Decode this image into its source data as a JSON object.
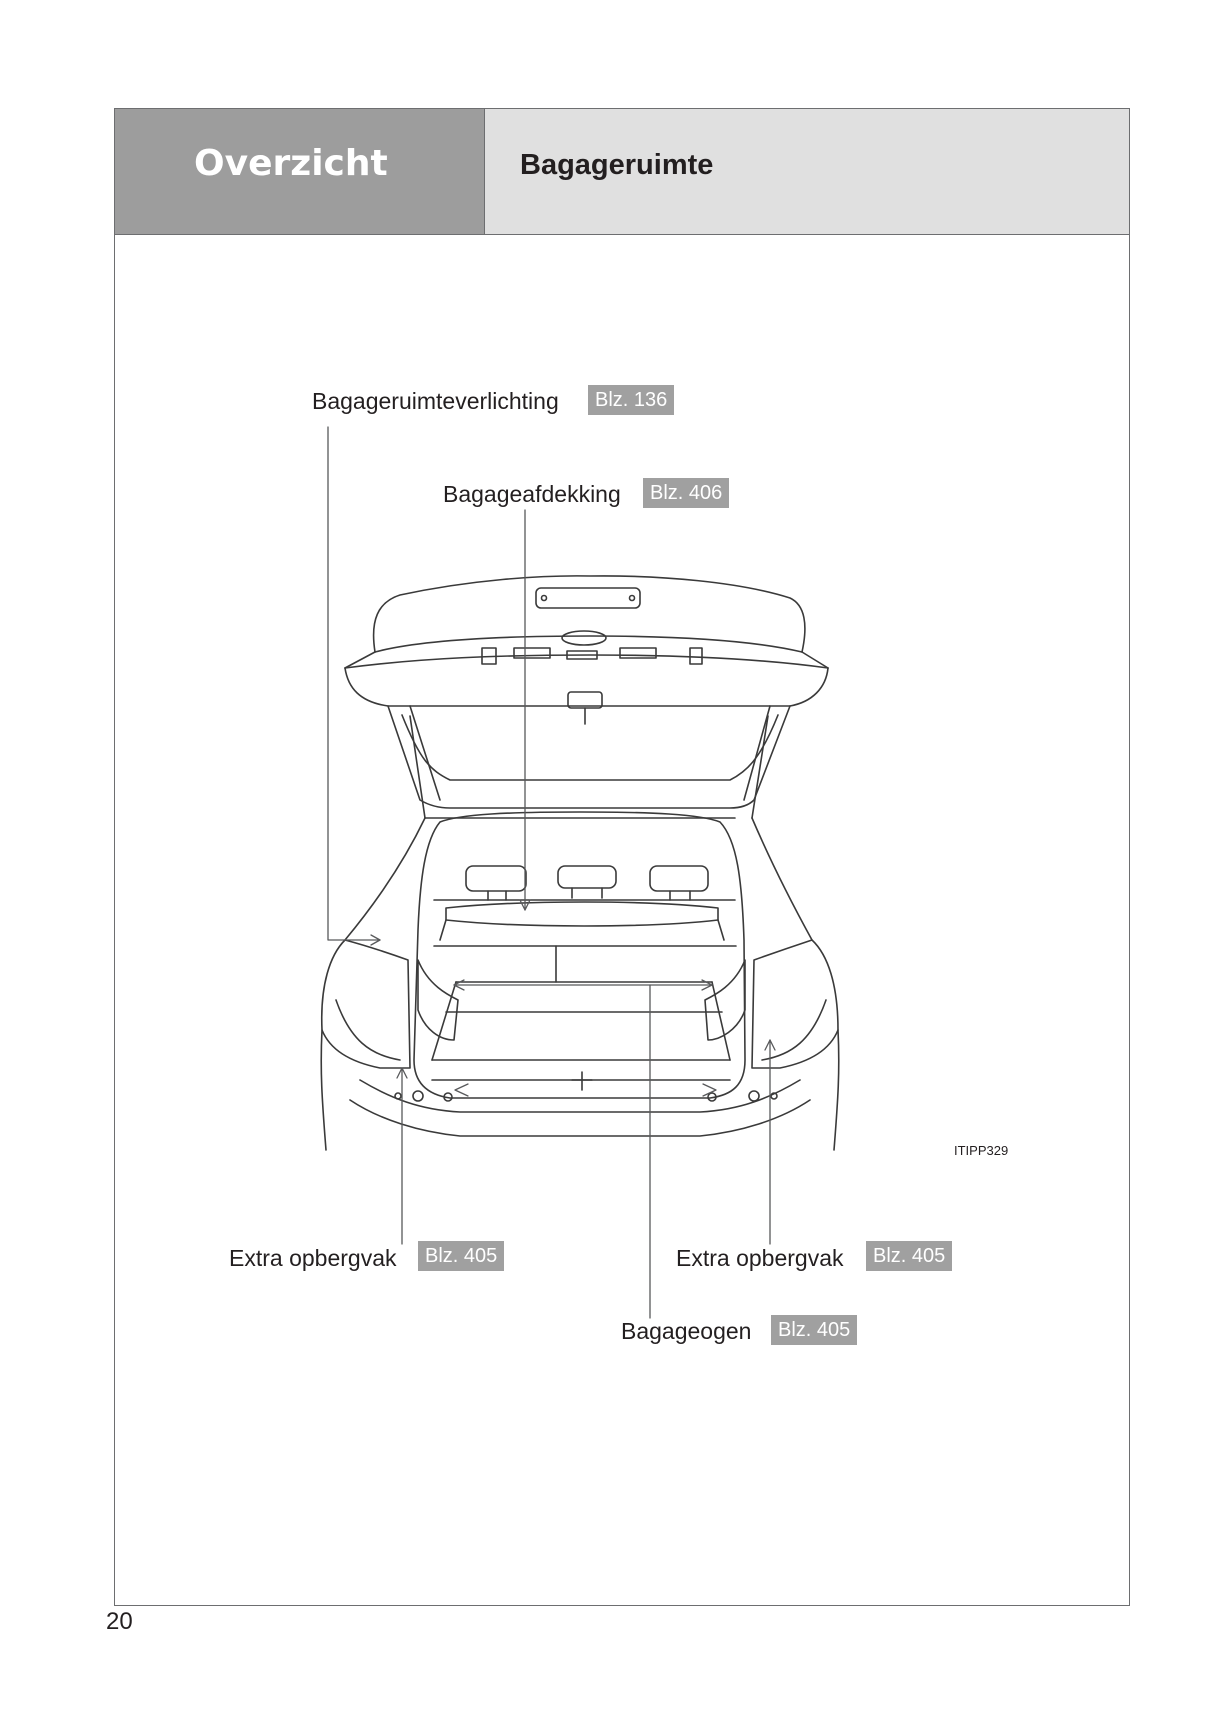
{
  "header": {
    "section": "Overzicht",
    "title": "Bagageruimte"
  },
  "callouts": {
    "luggage_light": {
      "label": "Bagageruimteverlichting",
      "ref": "Blz. 136"
    },
    "tonneau_cover": {
      "label": "Bagageafdekking",
      "ref": "Blz. 406"
    },
    "storage_left": {
      "label": "Extra opbergvak",
      "ref": "Blz. 405"
    },
    "storage_right": {
      "label": "Extra opbergvak",
      "ref": "Blz. 405"
    },
    "cargo_hooks": {
      "label": "Bagageogen",
      "ref": "Blz. 405"
    }
  },
  "figure_code": "ITIPP329",
  "page_number": "20"
}
